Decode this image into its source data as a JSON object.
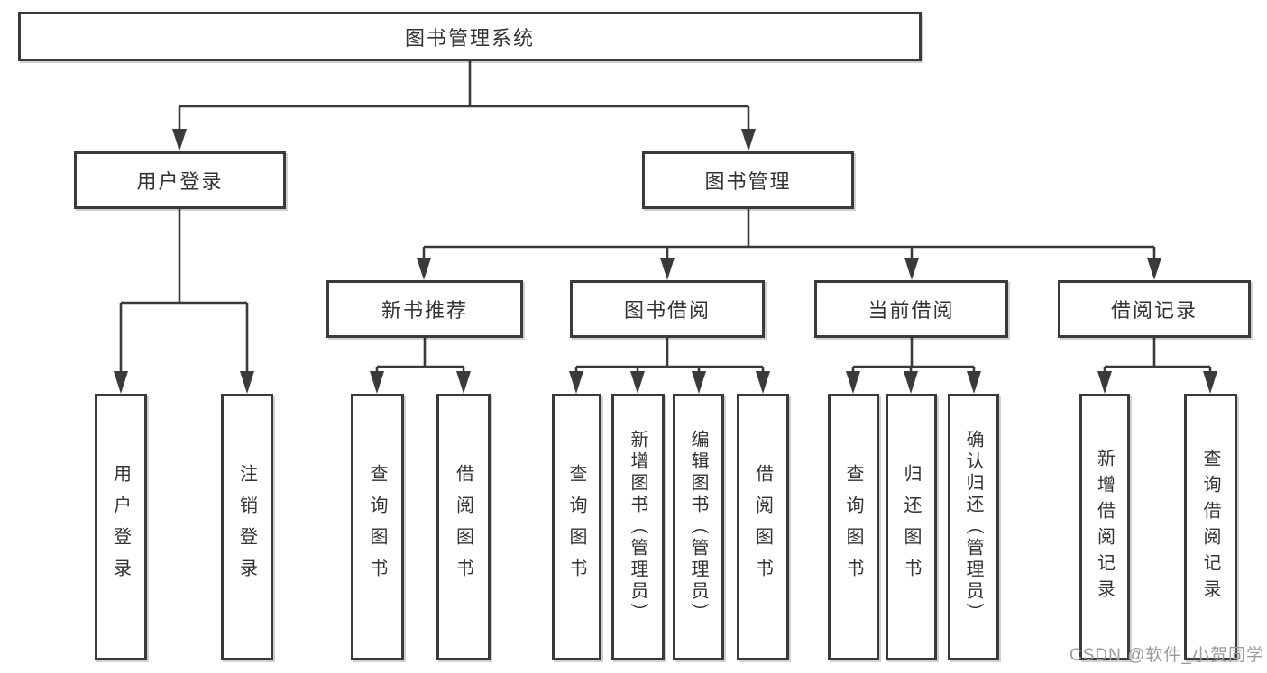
{
  "diagram": {
    "root": "图书管理系统",
    "level2": [
      "用户登录",
      "图书管理"
    ],
    "level3": [
      "新书推荐",
      "图书借阅",
      "当前借阅",
      "借阅记录"
    ],
    "leaves": [
      "用户登录",
      "注销登录",
      "查询图书",
      "借阅图书",
      "查询图书",
      "新增图书（管理员）",
      "编辑图书（管理员）",
      "借阅图书",
      "查询图书",
      "归还图书",
      "确认归还（管理员）",
      "新增借阅记录",
      "查询借阅记录"
    ]
  },
  "watermark": "CSDN @软件_小贺同学",
  "colors": {
    "line": "#3a3a3a",
    "box_border": "#3a3a3a",
    "box_fill": "#ffffff",
    "text": "#333333",
    "watermark": "#9b9b9b"
  }
}
